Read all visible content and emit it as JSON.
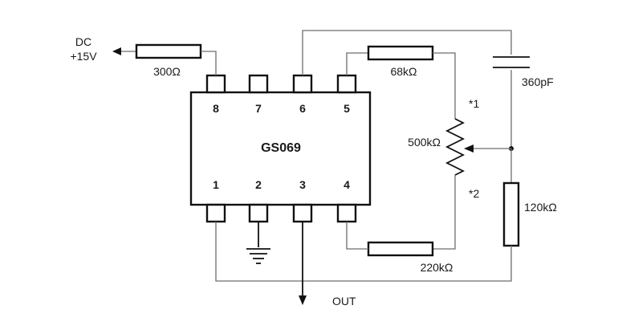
{
  "ic": {
    "name": "GS069",
    "pins_top": [
      "8",
      "7",
      "6",
      "5"
    ],
    "pins_bottom": [
      "1",
      "2",
      "3",
      "4"
    ]
  },
  "supply": {
    "line1": "DC",
    "line2": "+15V"
  },
  "components": {
    "r_300": "300Ω",
    "r_68k": "68kΩ",
    "pot_500k": "500kΩ",
    "r_220k": "220kΩ",
    "r_120k": "120kΩ",
    "c_360p": "360pF"
  },
  "notes": {
    "pot_top": "*1",
    "pot_bottom": "*2"
  },
  "output_label": "OUT"
}
